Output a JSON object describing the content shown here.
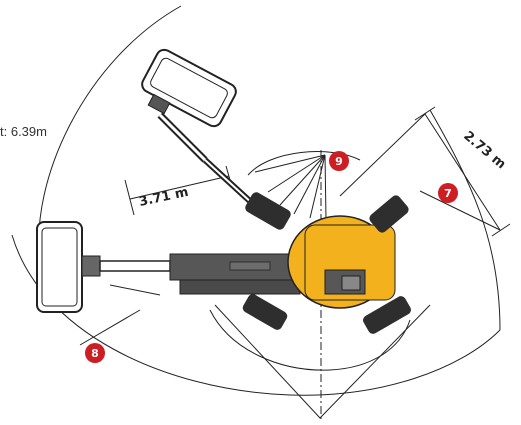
{
  "side_note": "t: 6.39m",
  "dimensions": {
    "horizontal_reach": "3.71 m",
    "vertical_reach": "2.73 m"
  },
  "markers": {
    "m7": "7",
    "m8": "8",
    "m9": "9"
  },
  "colors": {
    "marker_red": "#cc1e23",
    "machine_yellow": "#f2b11d",
    "boom_gray": "#575757",
    "track_dark": "#2e2e2e",
    "line": "#222222"
  }
}
